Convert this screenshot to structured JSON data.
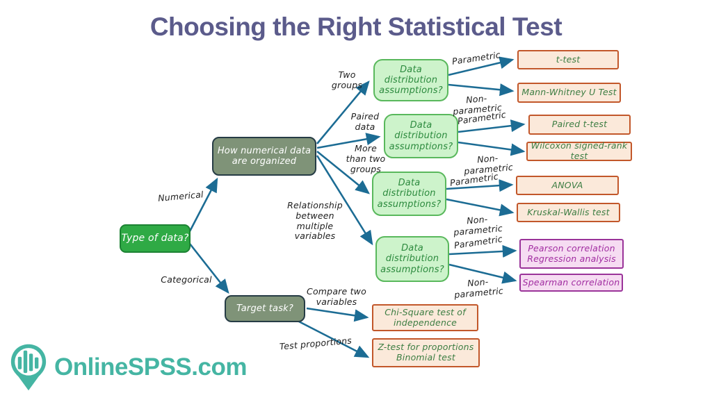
{
  "title": "Choosing the Right Statistical Test",
  "logo": {
    "text": "OnlineSPSS.com",
    "icon": "bar-chart-pin-icon",
    "color": "#45b5a3"
  },
  "colors": {
    "title": "#5b5b8b",
    "arrow": "#1c6c94",
    "root_fill": "#2faa45",
    "category_fill": "#7f9378",
    "question_fill": "#cdf3cb",
    "question_border": "#59b85c",
    "result_fill": "#fbe9da",
    "result_border": "#c2572a",
    "result_text": "#3c7d42",
    "correlation_fill": "#f6dcf2",
    "correlation_border": "#9a3399",
    "correlation_text": "#a12da1"
  },
  "nodes": {
    "type_of_data": {
      "label": "Type of data?"
    },
    "numerical_organization": {
      "label": "How numerical data\nare organized"
    },
    "target_task": {
      "label": "Target task?"
    },
    "dd1": {
      "label": "Data\ndistribution\nassumptions?"
    },
    "dd2": {
      "label": "Data\ndistribution\nassumptions?"
    },
    "dd3": {
      "label": "Data\ndistribution\nassumptions?"
    },
    "dd4": {
      "label": "Data\ndistribution\nassumptions?"
    },
    "t_test": {
      "label": "t-test"
    },
    "mann_whitney": {
      "label": "Mann-Whitney U Test"
    },
    "paired_t_test": {
      "label": "Paired t-test"
    },
    "wilcoxon": {
      "label": "Wilcoxon signed-rank test"
    },
    "anova": {
      "label": "ANOVA"
    },
    "kruskal_wallis": {
      "label": "Kruskal-Wallis test"
    },
    "pearson_regression": {
      "label": "Pearson correlation\nRegression analysis"
    },
    "spearman": {
      "label": "Spearman correlation"
    },
    "chi_square": {
      "label": "Chi-Square test of\nindependence"
    },
    "z_test": {
      "label": "Z-test for proportions\nBinomial test"
    }
  },
  "edge_labels": {
    "numerical": "Numerical",
    "categorical": "Categorical",
    "two_groups": "Two\ngroups",
    "paired_data": "Paired\ndata",
    "more_than_two_groups": "More\nthan two\ngroups",
    "relationship": "Relationship\nbetween multiple\nvariables",
    "parametric_1": "Parametric",
    "non_parametric_1": "Non-parametric",
    "parametric_2": "Parametric",
    "non_parametric_2": "Non-parametric",
    "parametric_3": "Parametric",
    "non_parametric_3": "Non-parametric",
    "parametric_4": "Parametric",
    "non_parametric_4": "Non-parametric",
    "compare_two_variables": "Compare two\nvariables",
    "test_proportions": "Test proportions"
  }
}
